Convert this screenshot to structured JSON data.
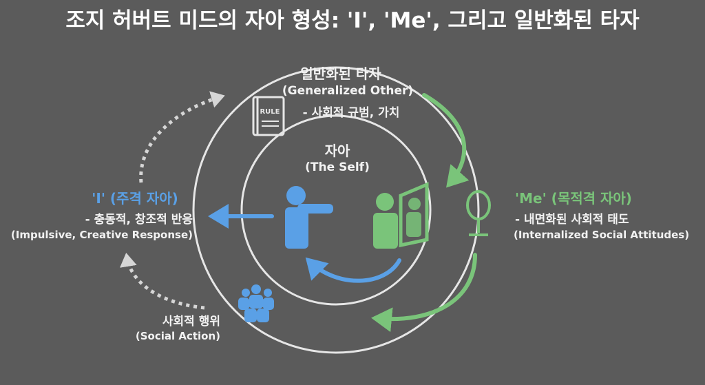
{
  "title": "조지 허버트 미드의 자아 형성: 'I', 'Me', 그리고 일반화된 타자",
  "generalized_other": {
    "title": "일반화된 타자",
    "subtitle": "(Generalized Other)",
    "desc": "- 사회적 규범, 가치",
    "book_label": "RULE"
  },
  "self": {
    "title": "자아",
    "subtitle": "(The Self)"
  },
  "i_self": {
    "title": "'I' (주격 자아)",
    "desc": "- 충동적, 창조적 반응",
    "subtitle": "(Impulsive, Creative Response)"
  },
  "me_self": {
    "title": "'Me' (목적격 자아)",
    "desc": "- 내면화된 사회적 태도",
    "subtitle": "(Internalized Social Attitudes)"
  },
  "social_action": {
    "title": "사회적 행위",
    "subtitle": "(Social Action)"
  },
  "colors": {
    "background": "#5b5b5b",
    "blue": "#5aa0e6",
    "green": "#7ac47a",
    "circle": "#e6e6e6",
    "dotted": "#d6d6d6"
  },
  "icons": [
    "rule-book-icon",
    "pointing-person-icon",
    "person-mirror-icon",
    "hand-mirror-icon",
    "group-people-icon"
  ]
}
